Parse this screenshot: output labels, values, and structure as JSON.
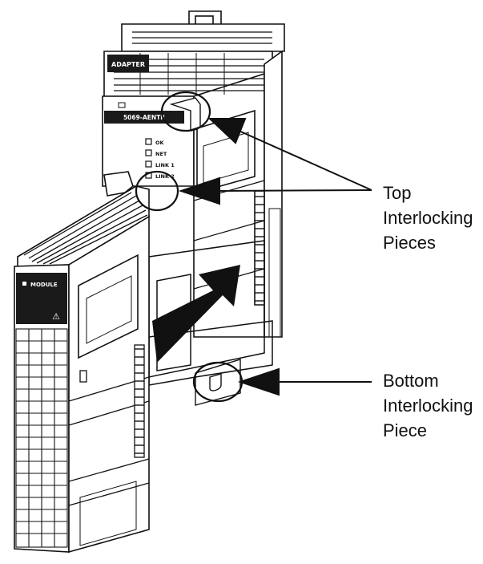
{
  "adapter": {
    "header_label": "ADAPTER",
    "model_label": "5069-AENTR",
    "status_indicators": [
      "OK",
      "NET",
      "LINK 1",
      "LINK 2"
    ]
  },
  "module": {
    "label": "MODULE",
    "warning_symbol": "⚠"
  },
  "callouts": {
    "top": {
      "lines": [
        "Top",
        "Interlocking",
        "Pieces"
      ]
    },
    "bottom": {
      "lines": [
        "Bottom",
        "Interlocking",
        "Piece"
      ]
    }
  },
  "colors": {
    "line": "#111111",
    "label_bg": "#1a1a1a",
    "label_text": "#ffffff",
    "background": "#ffffff"
  }
}
